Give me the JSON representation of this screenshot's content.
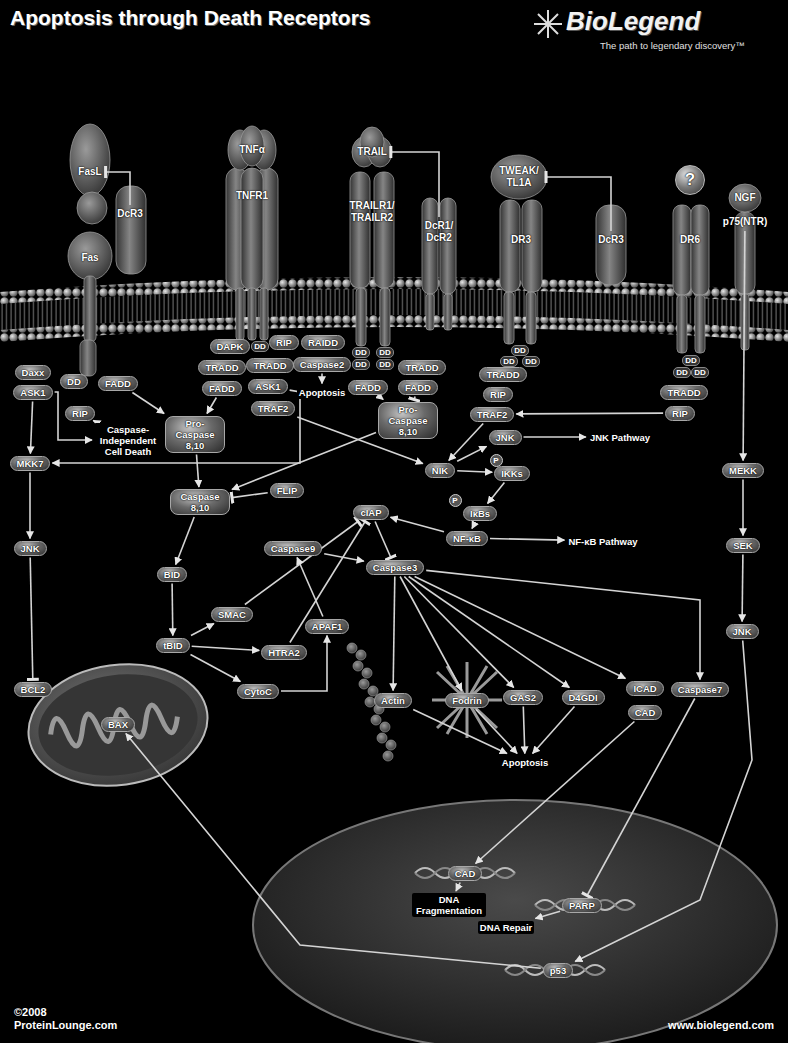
{
  "diagram": {
    "title": "Apoptosis through Death Receptors",
    "nodes": [
      {
        "text": [
          "FasL"
        ]
      },
      {
        "text": [
          "Fas"
        ]
      },
      {
        "text": [
          "DcR3"
        ]
      },
      {
        "text": [
          "TNFα"
        ]
      },
      {
        "text": [
          "TNFR1"
        ]
      },
      {
        "text": [
          "TRAIL"
        ]
      },
      {
        "text": [
          "TRAILR1/ TRAILR2"
        ]
      },
      {
        "text": [
          "DcR1/ DcR2"
        ]
      },
      {
        "text": [
          "TWEAK/ TL1A"
        ]
      },
      {
        "text": [
          "DR3"
        ]
      },
      {
        "text": [
          "DcR3"
        ]
      },
      {
        "text": [
          "?"
        ]
      },
      {
        "text": [
          "DR6"
        ]
      },
      {
        "text": [
          "NGF"
        ]
      },
      {
        "text": [
          "p75(NTR)"
        ]
      },
      {
        "text": [
          "Daxx"
        ]
      },
      {
        "text": [
          "ASK1"
        ]
      },
      {
        "text": [
          "DD"
        ]
      },
      {
        "text": [
          "FADD"
        ]
      },
      {
        "text": [
          "RIP"
        ]
      },
      {
        "text": [
          "DAPK"
        ]
      },
      {
        "text": [
          "RIP"
        ]
      },
      {
        "text": [
          "RAIDD"
        ]
      },
      {
        "text": [
          "TRADD"
        ]
      },
      {
        "text": [
          "TRADD"
        ]
      },
      {
        "text": [
          "Caspase2"
        ]
      },
      {
        "text": [
          "FADD"
        ]
      },
      {
        "text": [
          "ASK1"
        ]
      },
      {
        "text": [
          "TRAF2"
        ]
      },
      {
        "text": [
          "Apoptosis"
        ]
      },
      {
        "text": [
          "Pro-Caspase 8,10"
        ]
      },
      {
        "text": [
          "Caspase-Independent Cell Death"
        ]
      },
      {
        "text": [
          "FADD"
        ]
      },
      {
        "text": [
          "TRADD"
        ]
      },
      {
        "text": [
          "FADD"
        ]
      },
      {
        "text": [
          "Pro-Caspase 8,10"
        ]
      },
      {
        "text": [
          "TRADD"
        ]
      },
      {
        "text": [
          "RIP"
        ]
      },
      {
        "text": [
          "TRAF2"
        ]
      },
      {
        "text": [
          "TRADD"
        ]
      },
      {
        "text": [
          "RIP"
        ]
      },
      {
        "text": [
          "MKK7"
        ]
      },
      {
        "text": [
          "NIK"
        ]
      },
      {
        "text": [
          "JNK"
        ]
      },
      {
        "text": [
          "JNK Pathway"
        ]
      },
      {
        "text": [
          "IKKs"
        ]
      },
      {
        "text": [
          "IκBs"
        ]
      },
      {
        "text": [
          "NF-κB"
        ]
      },
      {
        "text": [
          "NF-κB Pathway"
        ]
      },
      {
        "text": [
          "MEKK"
        ]
      },
      {
        "text": [
          "Caspase 8,10"
        ]
      },
      {
        "text": [
          "FLIP"
        ]
      },
      {
        "text": [
          "cIAP"
        ]
      },
      {
        "text": [
          "Caspase9"
        ]
      },
      {
        "text": [
          "Caspase3"
        ]
      },
      {
        "text": [
          "JNK"
        ]
      },
      {
        "text": [
          "SEK"
        ]
      },
      {
        "text": [
          "BID"
        ]
      },
      {
        "text": [
          "SMAC"
        ]
      },
      {
        "text": [
          "APAF1"
        ]
      },
      {
        "text": [
          "HTRA2"
        ]
      },
      {
        "text": [
          "JNK"
        ]
      },
      {
        "text": [
          "BCL2"
        ]
      },
      {
        "text": [
          "tBID"
        ]
      },
      {
        "text": [
          "CytoC"
        ]
      },
      {
        "text": [
          "BAX"
        ]
      },
      {
        "text": [
          "Actin"
        ]
      },
      {
        "text": [
          "Fodrin"
        ]
      },
      {
        "text": [
          "GAS2"
        ]
      },
      {
        "text": [
          "D4GDI"
        ]
      },
      {
        "text": [
          "ICAD"
        ]
      },
      {
        "text": [
          "CAD"
        ]
      },
      {
        "text": [
          "Caspase7"
        ]
      },
      {
        "text": [
          "Apoptosis"
        ]
      },
      {
        "text": [
          "CAD"
        ]
      },
      {
        "text": [
          "DNA Fragmentation"
        ]
      },
      {
        "text": [
          "PARP"
        ]
      },
      {
        "text": [
          "DNA Repair"
        ]
      },
      {
        "text": [
          "p53"
        ]
      }
    ],
    "edges": [
      {
        "from": 2,
        "to": 0,
        "arrow": "to"
      },
      {
        "from": 7,
        "to": 5,
        "arrow": "to"
      },
      {
        "from": 10,
        "to": 8,
        "arrow": "to"
      },
      {
        "from": 16,
        "to": 41,
        "arrow": "to"
      },
      {
        "from": 16,
        "to": 31,
        "arrow": "to"
      },
      {
        "from": 19,
        "to": 31,
        "arrow": "to"
      },
      {
        "from": 18,
        "to": 30,
        "arrow": "to"
      },
      {
        "from": 26,
        "to": 30,
        "arrow": "to"
      },
      {
        "from": 30,
        "to": 50,
        "arrow": "to"
      },
      {
        "from": 25,
        "to": 29,
        "arrow": "to"
      },
      {
        "from": 28,
        "to": 42,
        "arrow": "to"
      },
      {
        "from": 27,
        "to": 41,
        "arrow": "to"
      },
      {
        "from": 32,
        "to": 35,
        "arrow": "to"
      },
      {
        "from": 34,
        "to": 35,
        "arrow": "to"
      },
      {
        "from": 35,
        "to": 50,
        "arrow": "to"
      },
      {
        "from": 38,
        "to": 42,
        "arrow": "to"
      },
      {
        "from": 40,
        "to": 38,
        "arrow": "to"
      },
      {
        "from": 42,
        "to": 43,
        "arrow": "to"
      },
      {
        "from": 43,
        "to": 44,
        "arrow": "to"
      },
      {
        "from": 42,
        "to": 45,
        "arrow": "to"
      },
      {
        "from": 45,
        "to": 46,
        "arrow": "to"
      },
      {
        "from": 46,
        "to": 47,
        "arrow": "to"
      },
      {
        "from": 47,
        "to": 48,
        "arrow": "to"
      },
      {
        "from": 47,
        "to": 52,
        "arrow": "to"
      },
      {
        "from": 14,
        "to": 49,
        "arrow": "to"
      },
      {
        "from": 49,
        "to": 56,
        "arrow": "to"
      },
      {
        "from": 56,
        "to": 61,
        "arrow": "to"
      },
      {
        "from": 61,
        "to": 78,
        "arrow": "to"
      },
      {
        "from": 51,
        "to": 50,
        "arrow": "to"
      },
      {
        "from": 50,
        "to": 57,
        "arrow": "to"
      },
      {
        "from": 57,
        "to": 63,
        "arrow": "to"
      },
      {
        "from": 63,
        "to": 58,
        "arrow": "to"
      },
      {
        "from": 63,
        "to": 60,
        "arrow": "to"
      },
      {
        "from": 63,
        "to": 64,
        "arrow": "to"
      },
      {
        "from": 58,
        "to": 52,
        "arrow": "to"
      },
      {
        "from": 60,
        "to": 52,
        "arrow": "to"
      },
      {
        "from": 52,
        "to": 54,
        "arrow": "to"
      },
      {
        "from": 53,
        "to": 54,
        "arrow": "to"
      },
      {
        "from": 59,
        "to": 53,
        "arrow": "to"
      },
      {
        "from": 64,
        "to": 59,
        "arrow": "to"
      },
      {
        "from": 54,
        "to": 66,
        "arrow": "to"
      },
      {
        "from": 54,
        "to": 67,
        "arrow": "to"
      },
      {
        "from": 54,
        "to": 68,
        "arrow": "to"
      },
      {
        "from": 54,
        "to": 69,
        "arrow": "to"
      },
      {
        "from": 54,
        "to": 70,
        "arrow": "to"
      },
      {
        "from": 54,
        "to": 72,
        "arrow": "to"
      },
      {
        "from": 66,
        "to": 73,
        "arrow": "to"
      },
      {
        "from": 67,
        "to": 73,
        "arrow": "to"
      },
      {
        "from": 68,
        "to": 73,
        "arrow": "to"
      },
      {
        "from": 69,
        "to": 73,
        "arrow": "to"
      },
      {
        "from": 71,
        "to": 74,
        "arrow": "to"
      },
      {
        "from": 72,
        "to": 76,
        "arrow": "to"
      },
      {
        "from": 74,
        "to": 75,
        "arrow": "to"
      },
      {
        "from": 76,
        "to": 77,
        "arrow": "to"
      },
      {
        "from": 78,
        "to": 65,
        "arrow": "to"
      },
      {
        "from": 41,
        "to": 55,
        "arrow": "to"
      },
      {
        "from": 55,
        "to": 62,
        "arrow": "to"
      }
    ],
    "labels": [
      "BioLegend",
      "The path to legendary discovery™",
      "©2008",
      "ProteinLounge.com",
      "www.biolegend.com",
      "DD",
      "DD",
      "DD",
      "DD",
      "DD",
      "DD",
      "DD",
      "DD",
      "DD",
      "DD",
      "DD",
      "P",
      "P"
    ]
  }
}
